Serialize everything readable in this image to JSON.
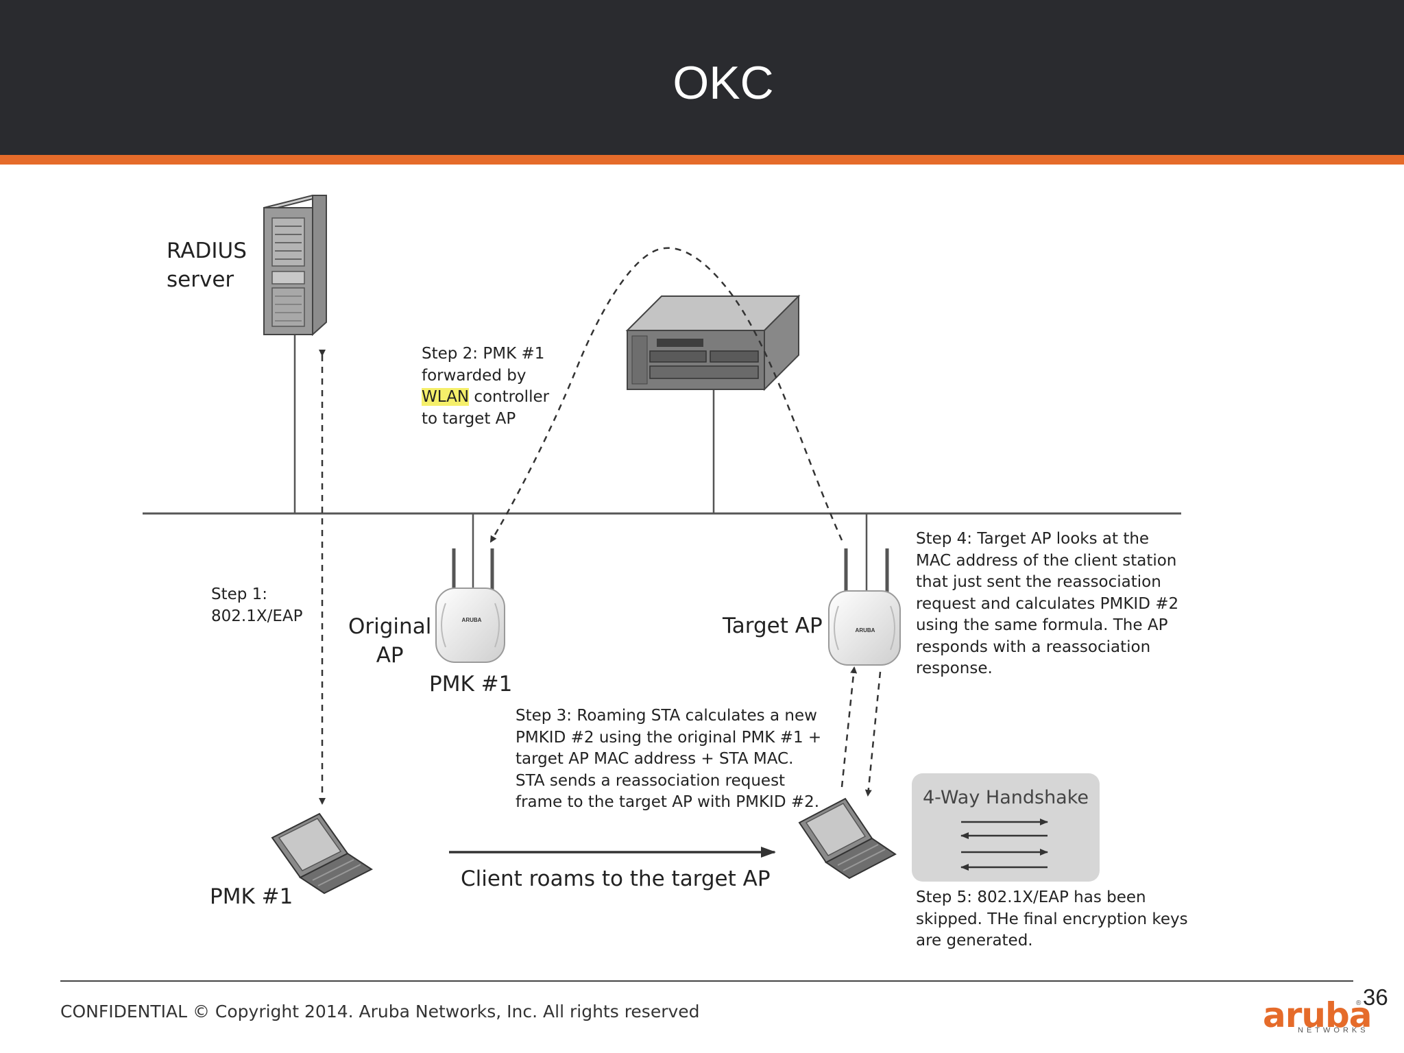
{
  "slide": {
    "title": "OKC",
    "page_number": "36"
  },
  "footer": {
    "text": "CONFIDENTIAL © Copyright 2014. Aruba Networks, Inc. All rights reserved"
  },
  "logo": {
    "text": "aruba",
    "subtext": "NETWORKS",
    "mark": "®",
    "color": "#e56b2a"
  },
  "colors": {
    "header": "#2a2b2f",
    "accent": "#e56b2a",
    "highlight": "#f5ef6a"
  },
  "diagram": {
    "radius_label": [
      "RADIUS",
      "server"
    ],
    "original_ap_label": [
      "Original",
      "AP"
    ],
    "original_ap_pmk": "PMK #1",
    "target_ap_label": "Target AP",
    "ap_brand": "ARUBA",
    "laptop_pmk": "PMK #1",
    "roam_label": "Client roams to the target AP",
    "handshake_title": "4-Way Handshake",
    "step1": [
      "Step 1:",
      "802.1X/EAP"
    ],
    "step2": {
      "line1": "Step 2: PMK #1",
      "line2": "forwarded by",
      "highlight": "WLAN",
      "line3_rest": " controller",
      "line4": "to target AP"
    },
    "step3": [
      "Step 3: Roaming STA calculates a new",
      "PMKID #2 using the original PMK #1 +",
      "target AP MAC address + STA MAC.",
      "STA sends a reassociation request",
      "frame to the target AP with PMKID #2."
    ],
    "step4": [
      "Step 4: Target AP looks at the",
      "MAC address of the client station",
      "that just sent the reassociation",
      "request and calculates PMKID #2",
      "using the same formula. The AP",
      "responds with a reassociation",
      "response."
    ],
    "step5": [
      "Step 5: 802.1X/EAP has been",
      "skipped. THe final encryption keys",
      "are generated."
    ]
  }
}
